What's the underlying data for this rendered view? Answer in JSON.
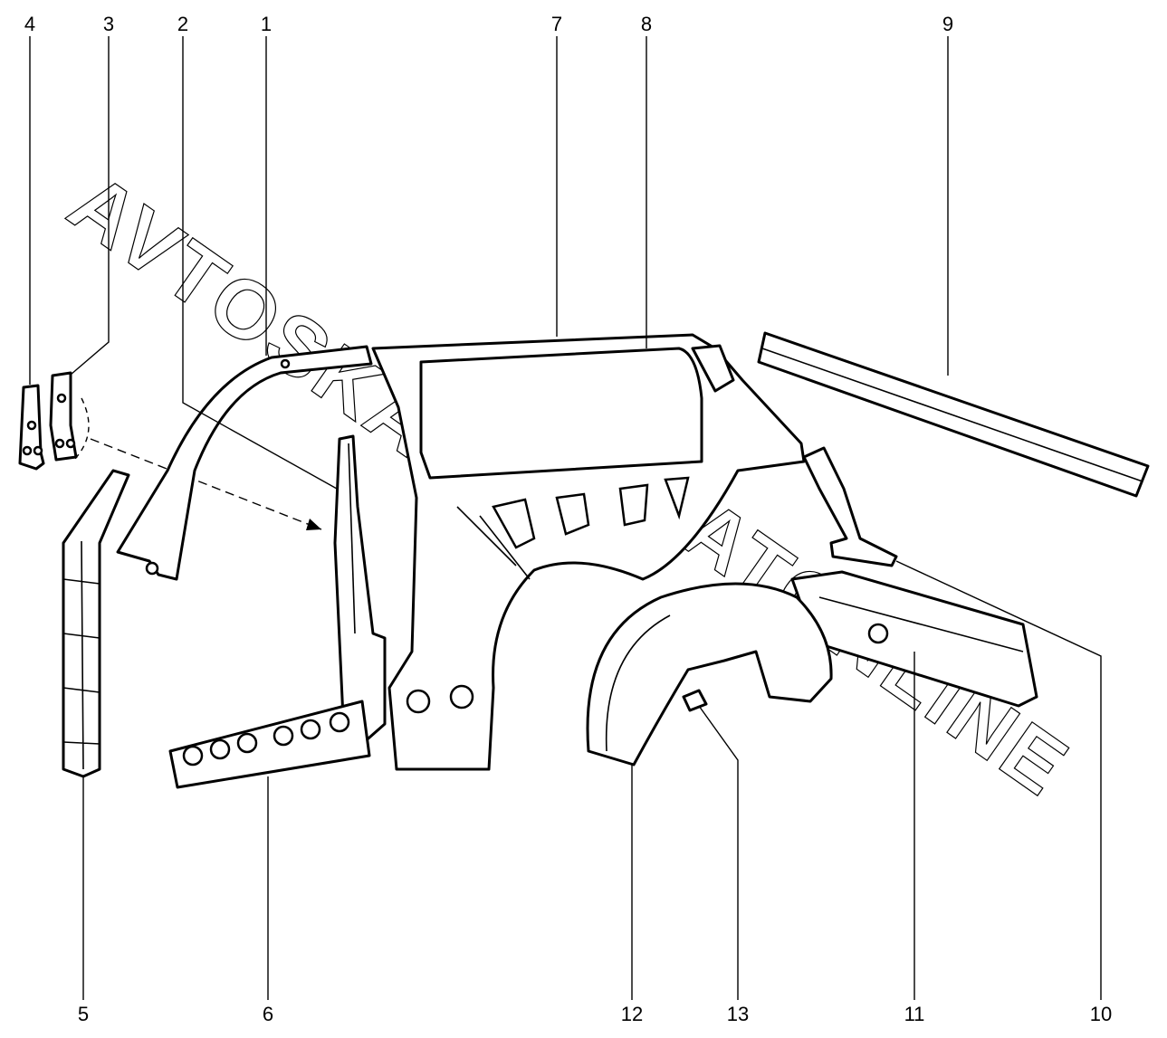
{
  "diagram": {
    "watermark": [
      "AVTOSKAZKA",
      "CATONLINE"
    ],
    "callouts": [
      {
        "id": "4",
        "label": "4"
      },
      {
        "id": "3",
        "label": "3"
      },
      {
        "id": "2",
        "label": "2"
      },
      {
        "id": "1",
        "label": "1"
      },
      {
        "id": "7",
        "label": "7"
      },
      {
        "id": "8",
        "label": "8"
      },
      {
        "id": "9",
        "label": "9"
      },
      {
        "id": "5",
        "label": "5"
      },
      {
        "id": "6",
        "label": "6"
      },
      {
        "id": "12",
        "label": "12"
      },
      {
        "id": "13",
        "label": "13"
      },
      {
        "id": "11",
        "label": "11"
      },
      {
        "id": "10",
        "label": "10"
      }
    ]
  }
}
